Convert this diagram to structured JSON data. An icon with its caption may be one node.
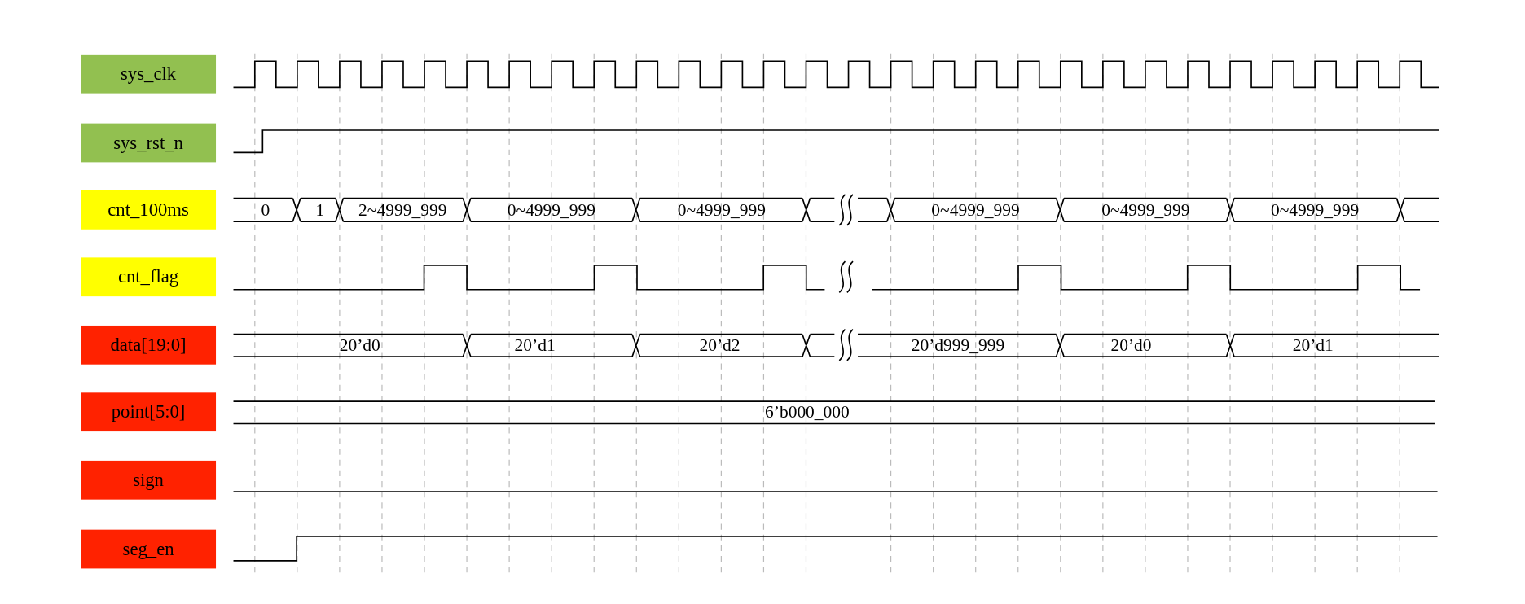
{
  "diagram": {
    "nodes": [
      {
        "text": [
          "sys_clk"
        ]
      },
      {
        "text": [
          "sys_rst_n"
        ]
      },
      {
        "text": [
          "cnt_100ms"
        ]
      },
      {
        "text": [
          "cnt_flag"
        ]
      },
      {
        "text": [
          "data[19:0]"
        ]
      },
      {
        "text": [
          "point[5:0]"
        ]
      },
      {
        "text": [
          "sign"
        ]
      },
      {
        "text": [
          "seg_en"
        ]
      }
    ],
    "labels": [
      "0",
      "1",
      "2~4999_999",
      "0~4999_999",
      "0~4999_999",
      "0~4999_999",
      "0~4999_999",
      "0~4999_999",
      "20’d0",
      "20’d1",
      "20’d2",
      "20’d999_999",
      "20’d0",
      "20’d1",
      "6’b000_000"
    ]
  }
}
